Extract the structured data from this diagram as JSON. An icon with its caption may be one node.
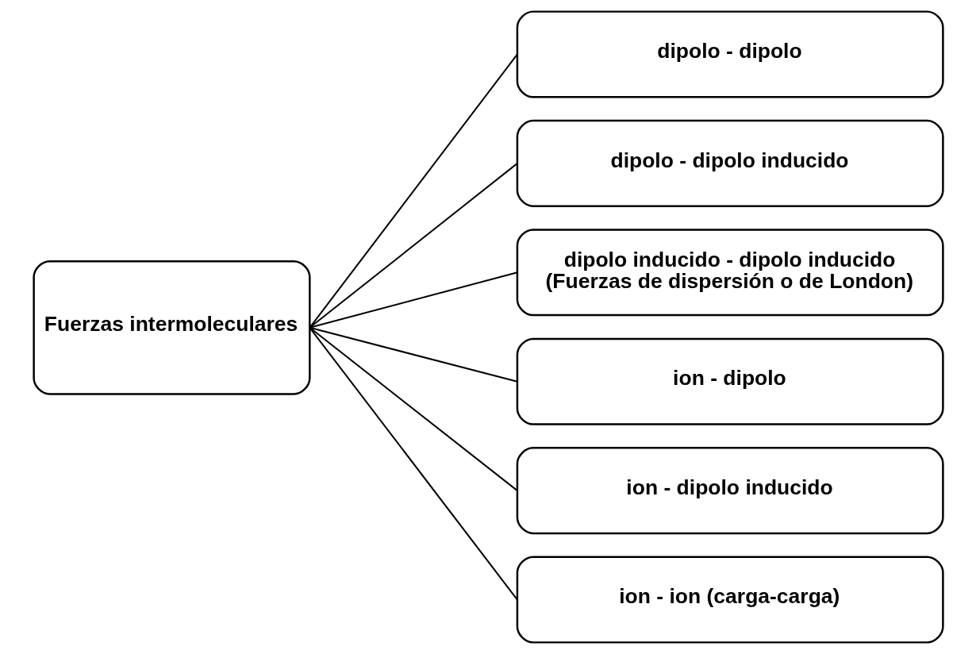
{
  "diagram": {
    "nodes": [
      {
        "text": [
          "Fuerzas intermoleculares"
        ]
      },
      {
        "text": [
          "dipolo - dipolo"
        ]
      },
      {
        "text": [
          "dipolo - dipolo inducido"
        ]
      },
      {
        "text": [
          "dipolo inducido - dipolo inducido (Fuerzas de dispersión o de London)"
        ]
      },
      {
        "text": [
          "ion - dipolo"
        ]
      },
      {
        "text": [
          "ion - dipolo inducido"
        ]
      },
      {
        "text": [
          "ion - ion (carga-carga)"
        ]
      }
    ],
    "edges": [
      {
        "from": 0,
        "to": 1,
        "arrow": "none"
      },
      {
        "from": 0,
        "to": 2,
        "arrow": "none"
      },
      {
        "from": 0,
        "to": 3,
        "arrow": "none"
      },
      {
        "from": 0,
        "to": 4,
        "arrow": "none"
      },
      {
        "from": 0,
        "to": 5,
        "arrow": "none"
      },
      {
        "from": 0,
        "to": 6,
        "arrow": "none"
      }
    ]
  }
}
